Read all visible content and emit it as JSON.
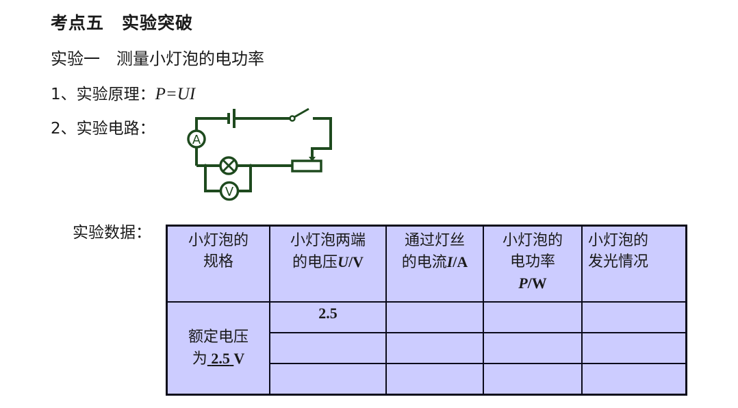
{
  "section_title": "考点五　实验突破",
  "experiment_title": "实验一　测量小灯泡的电功率",
  "principle": {
    "label": "1、实验原理：",
    "formula": "P=UI"
  },
  "circuit": {
    "label": "2、实验电路：",
    "components": [
      "battery",
      "switch",
      "ammeter",
      "lamp",
      "voltmeter",
      "rheostat"
    ],
    "ammeter_symbol": "A",
    "voltmeter_symbol": "V",
    "wire_color": "#1e4a1e"
  },
  "data_label": "实验数据：",
  "table": {
    "headers": [
      {
        "line1": "小灯泡的",
        "line2": "规格",
        "line3": ""
      },
      {
        "line1": "小灯泡两端",
        "line2": "的电压",
        "unit": "U/V"
      },
      {
        "line1": "通过灯丝",
        "line2": "的电流",
        "unit": "I/A"
      },
      {
        "line1": "小灯泡的",
        "line2": "电功率",
        "unit": "P/W"
      },
      {
        "line1": "小灯泡的",
        "line2": "发光情况"
      }
    ],
    "spec_line1": "额定电压",
    "spec_line2_prefix": "为",
    "spec_value": "2.5",
    "spec_unit": "V",
    "rows": [
      [
        "2.5",
        "",
        "",
        ""
      ],
      [
        "",
        "",
        "",
        ""
      ],
      [
        "",
        "",
        "",
        ""
      ]
    ],
    "background": "#ccccff"
  }
}
